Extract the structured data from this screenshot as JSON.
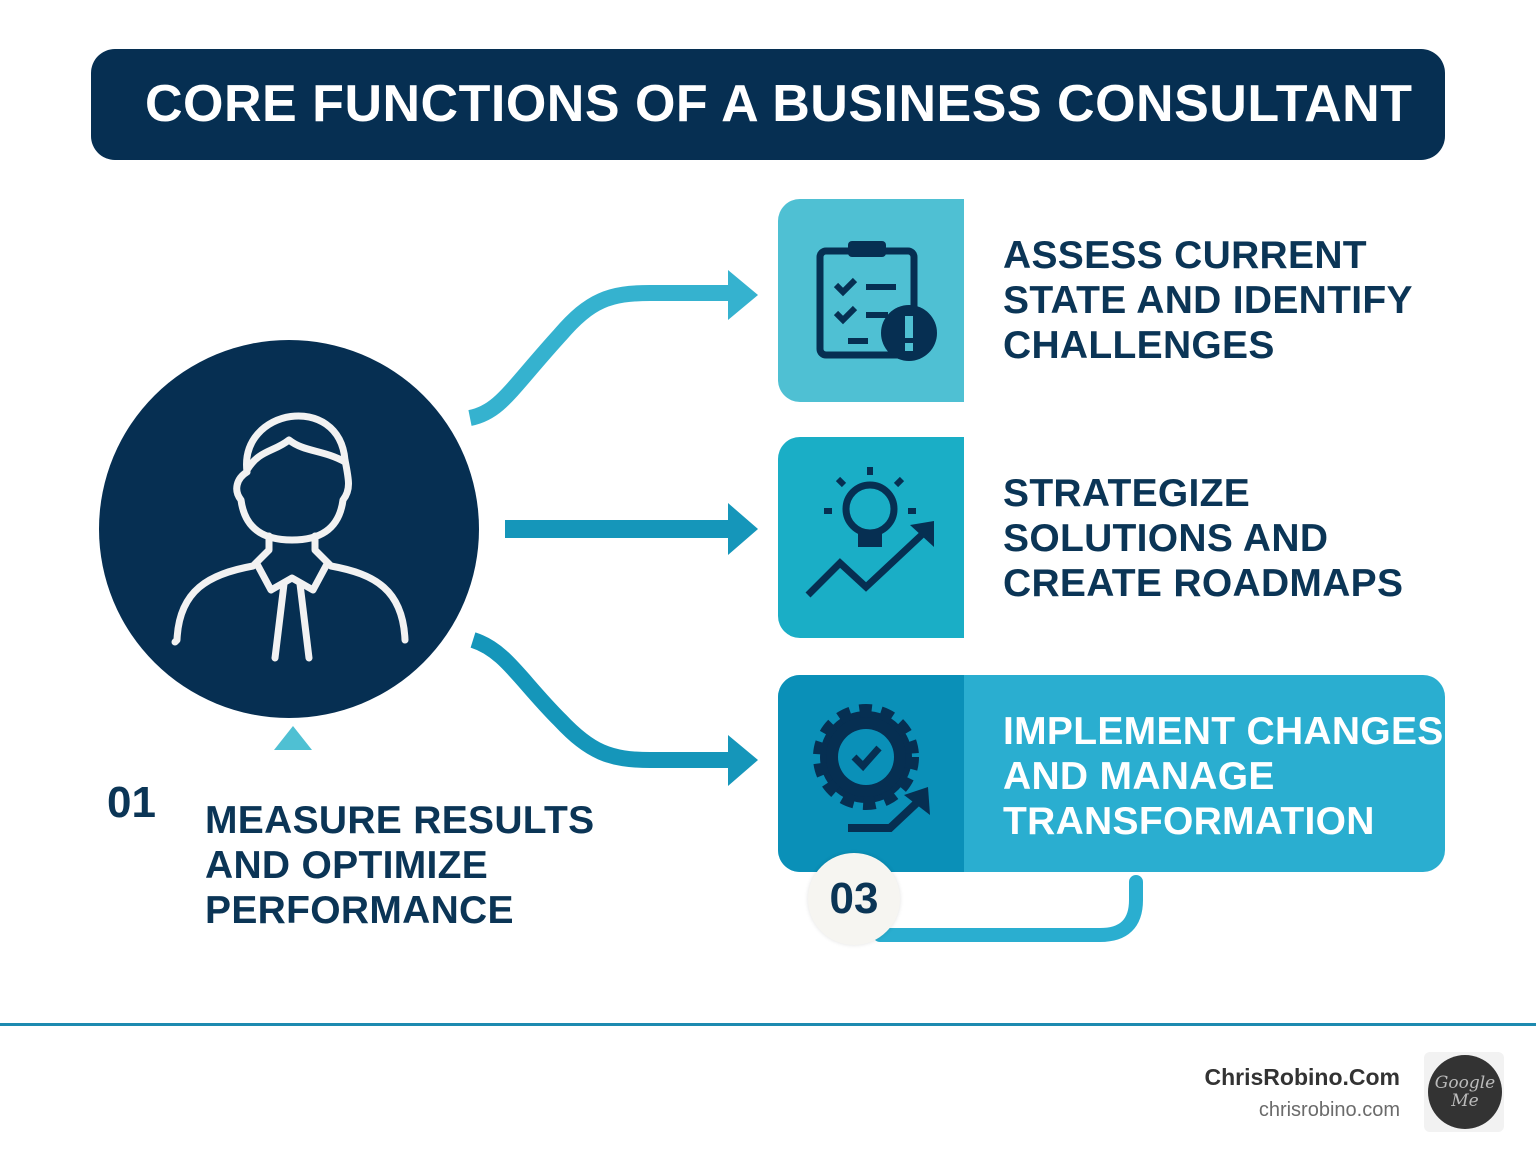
{
  "title": "CORE FUNCTIONS OF A BUSINESS CONSULTANT",
  "steps": [
    {
      "lines": [
        "ASSESS CURRENT",
        "STATE AND IDENTIFY",
        "CHALLENGES"
      ],
      "icon": "clipboard-checklist-warning-icon"
    },
    {
      "lines": [
        "STRATEGIZE",
        "SOLUTIONS AND",
        "CREATE ROADMAPS"
      ],
      "icon": "lightbulb-growth-arrow-icon"
    },
    {
      "number": "03",
      "lines": [
        "IMPLEMENT CHANGES",
        "AND MANAGE",
        "TRANSFORMATION"
      ],
      "icon": "gear-check-arrow-icon"
    },
    {
      "number": "01",
      "lines": [
        "MEASURE RESULTS",
        "AND OPTIMIZE",
        "PERFORMANCE"
      ]
    }
  ],
  "center_icon": "consultant-person-icon",
  "footer": {
    "brand": "ChrisRobino.Com",
    "url": "chrisrobino.com",
    "logo_text": "Google Me"
  },
  "colors": {
    "navy": "#062f52",
    "teal_light": "#4fc0d3",
    "teal": "#1aaec6",
    "teal_dark": "#0a90b8",
    "panel": "#2aaed0"
  }
}
